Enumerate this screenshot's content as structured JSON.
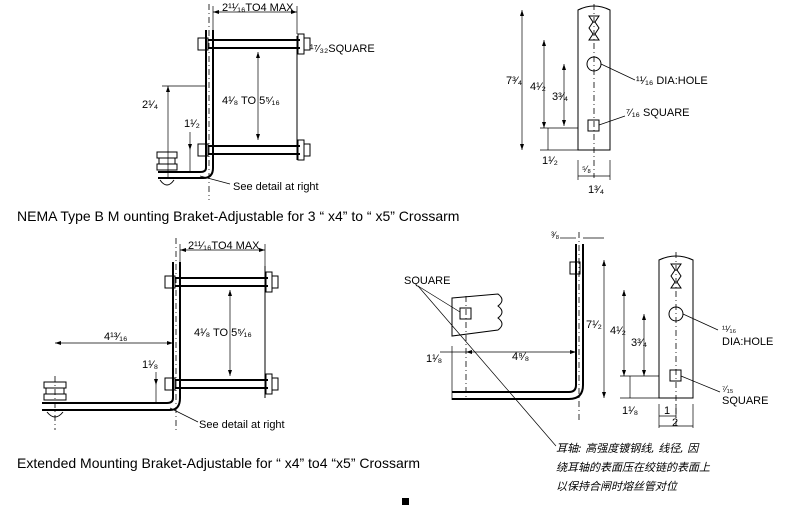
{
  "figure1": {
    "clearance_label": "2¹¹⁄₁₆TO4 MAX",
    "square_label": "¹⁷⁄₃₂SQUARE",
    "range_label": "4¹⁄₈ TO 5⁵⁄₁₆",
    "offset_label": "2¹⁄₄",
    "drop_label": "1¹⁄₂",
    "detail_note": "See detail at right",
    "caption": "NEMA Type B M ounting Braket-Adjustable for 3 “ x4” to “ x5” Crossarm"
  },
  "detail1": {
    "overall_label": "7³⁄₄",
    "slot_label": "4¹⁄₂",
    "hole_spacing_label": "3³⁄₄",
    "hole_label": "¹¹⁄₁₆ DIA:HOLE",
    "square_label": "⁷⁄₁₆ SQUARE",
    "bottom_label": "1¹⁄₂",
    "thickness_label": "⁵⁄₈",
    "width_label": "1³⁄₄"
  },
  "figure2": {
    "clearance_label": "2¹¹⁄₁₆TO4 MAX",
    "range_label": "4¹⁄₈ TO 5⁵⁄₁₆",
    "offset_label": "4¹³⁄₁₆",
    "drop_label": "1¹⁄₈",
    "detail_note": "See detail at right",
    "caption": "Extended Mounting Braket-Adjustable for  “ x4” to4  “x5”  Crossarm"
  },
  "detail2": {
    "square_label": "SQUARE",
    "top_label": "³⁄₈",
    "left_label": "1¹⁄₈",
    "reach_label": "4⁹⁄₈",
    "overall_label": "7¹⁄₂",
    "slot_label": "4¹⁄₂",
    "hole_spacing_label": "3³⁄₄",
    "hole_label_top": "¹¹⁄₁₆",
    "hole_label": "DIA:HOLE",
    "square_top": "⁷⁄₁₅",
    "bottom_label": "1¹⁄₈",
    "width_label_1": "1",
    "width_label_2": "2"
  },
  "note": {
    "line1": "耳轴: 高强度镀钢线, 线径, 因",
    "line2": "绕耳轴的表面压在绞链的表面上",
    "line3": "以保持合闸时熔丝管对位"
  }
}
